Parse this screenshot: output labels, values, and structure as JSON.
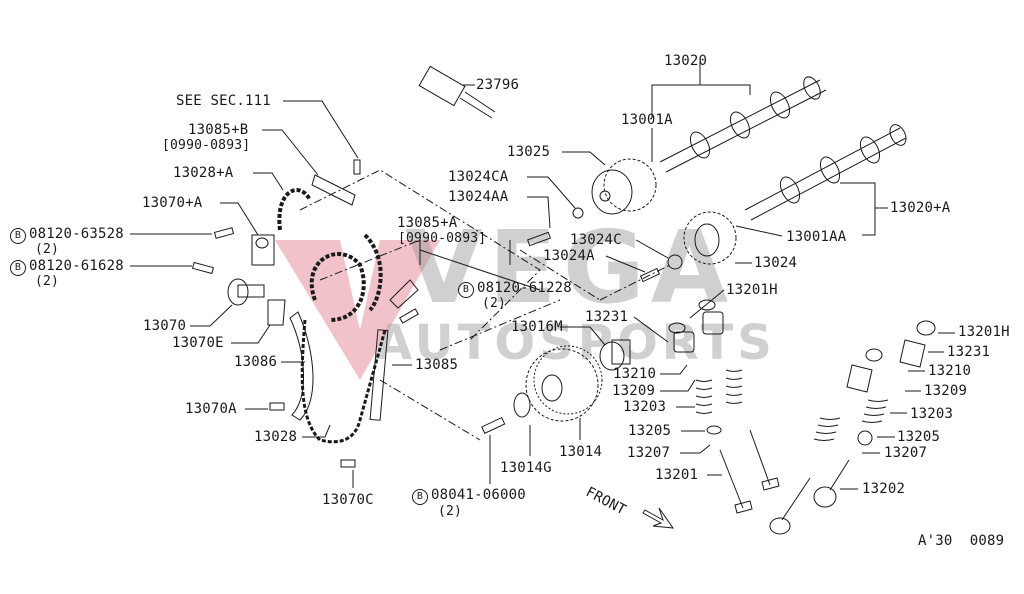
{
  "watermark": {
    "line1": "VEGA",
    "line2": "AUTOSPORTS",
    "logo_color": "#d9506b"
  },
  "labels": {
    "p23796": "23796",
    "p13020": "13020",
    "p13001A": "13001A",
    "see_sec": "SEE SEC.111",
    "p13085B": "13085+B",
    "p13085B_range": "[0990-0893]",
    "p13025": "13025",
    "p13028A": "13028+A",
    "p13024CA": "13024CA",
    "p13024AA": "13024AA",
    "p13070A_plus": "13070+A",
    "p13020A": "13020+A",
    "p13085A": "13085+A",
    "p13085A_range": "[0990-0893]",
    "bolt_63528": "08120-63528",
    "bolt_63528_qty": "(2)",
    "p13001AA": "13001AA",
    "p13024C": "13024C",
    "p13024A": "13024A",
    "p13024": "13024",
    "bolt_61628": "08120-61628",
    "bolt_61628_qty": "(2)",
    "bolt_61228": "08120-61228",
    "bolt_61228_qty": "(2)",
    "p13201H_a": "13201H",
    "p13231_a": "13231",
    "p13070": "13070",
    "p13016M": "13016M",
    "p13201H_b": "13201H",
    "p13070E": "13070E",
    "p13231_b": "13231",
    "p13086": "13086",
    "p13085": "13085",
    "p13210_a": "13210",
    "p13210_b": "13210",
    "p13209_a": "13209",
    "p13209_b": "13209",
    "p13203_a": "13203",
    "p13203_b": "13203",
    "p13070A": "13070A",
    "p13028": "13028",
    "p13205_a": "13205",
    "p13205_b": "13205",
    "p13207_a": "13207",
    "p13207_b": "13207",
    "p13014": "13014",
    "p13014G": "13014G",
    "p13201": "13201",
    "p13202": "13202",
    "front": "FRONT",
    "bolt_06000": "08041-06000",
    "bolt_06000_qty": "(2)",
    "p13070C": "13070C",
    "drawing_code": "A'30  0089",
    "circle_b": "B"
  }
}
